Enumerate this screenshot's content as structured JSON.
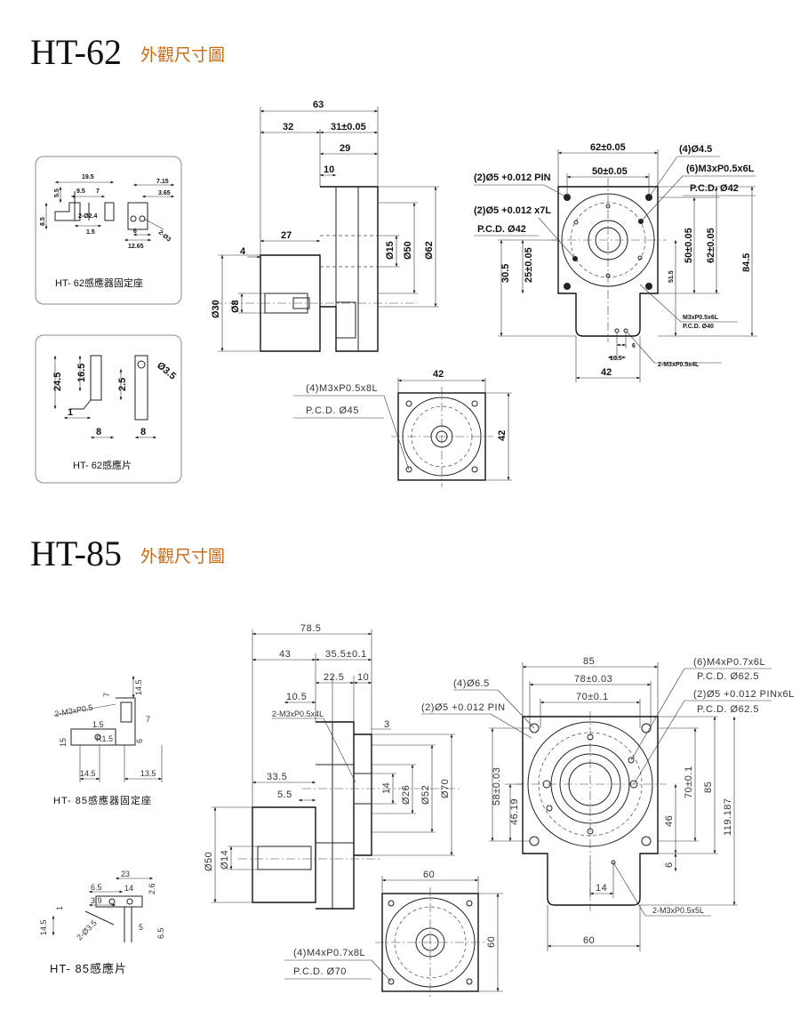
{
  "sections": [
    {
      "model": "HT-62",
      "subtitle": "外觀尺寸圖"
    },
    {
      "model": "HT-85",
      "subtitle": "外觀尺寸圖"
    }
  ],
  "ht62": {
    "bracket_caption": "HT- 62感應器固定座",
    "sensor_caption": "HT- 62感應片",
    "bracket_dims": {
      "d1": "19.5",
      "d2": "9.5",
      "d3": "7",
      "d4": "5.5",
      "d5": "8.5",
      "d6": "2-Ø2.4",
      "d7": "1.5",
      "d8": "7.15",
      "d9": "3.65",
      "d10": "6",
      "d11": "12.65",
      "d12": "2-Ø3"
    },
    "sensor_dims": {
      "d1": "24.5",
      "d2": "16.5",
      "d3": "2.5",
      "d4": "1",
      "d5": "8",
      "d6": "8",
      "d7": "Ø3.5"
    },
    "side": {
      "total": "63",
      "d32": "32",
      "d31": "31±0.05",
      "d29": "29",
      "d10": "10",
      "d27": "27",
      "d4": "4",
      "dia15": "Ø15",
      "dia50": "Ø50",
      "dia62": "Ø62",
      "dia30": "Ø30",
      "dia8": "Ø8"
    },
    "front": {
      "w62": "62±0.05",
      "w50": "50±0.05",
      "pin": "(2)Ø5 +0.012 PIN",
      "pin2": "(2)Ø5 +0.012 x7L",
      "pcd42": "P.C.D. Ø42",
      "holes45": "(4)Ø4.5",
      "m3": "(6)M3xP0.5x6L",
      "pcd42b": "P.C.D. Ø42",
      "h50": "50±0.05",
      "h62": "62±0.05",
      "h845": "84.5",
      "h305": "30.5",
      "h25": "25±0.05",
      "h515": "51.5",
      "m3b": "M3xP0.5x6L",
      "pcd40": "P.C.D. Ø40",
      "d6": "6",
      "d105": "10.5",
      "m3c": "2-M3xP0.5x4L",
      "w42": "42"
    },
    "motor": {
      "holes": "(4)M3xP0.5x8L",
      "pcd": "P.C.D. Ø45",
      "w": "42",
      "h": "42"
    }
  },
  "ht85": {
    "bracket_caption": "HT- 85感應器固定座",
    "sensor_caption": "HT- 85感應片",
    "bracket_dims": {
      "d1": "14.5",
      "d2": "7",
      "d3": "2-M3xP0.5",
      "d4": "1.5",
      "d5": "7",
      "d6": "15",
      "d7": "R1.5",
      "d8": "6",
      "d9": "14.5",
      "d10": "13.5"
    },
    "sensor_dims": {
      "d1": "23",
      "d2": "6.5",
      "d3": "14",
      "d4": "2.6",
      "d5": "3.9",
      "d6": "1",
      "d7": "2-Ø3.5",
      "d8": "14.5",
      "d9": "5",
      "d10": "6.5"
    },
    "side": {
      "total": "78.5",
      "d43": "43",
      "d355": "35.5±0.1",
      "d225": "22.5",
      "d10": "10",
      "d105": "10.5",
      "m3": "2-M3xP0.5x4L",
      "d3": "3",
      "d335": "33.5",
      "d55": "5.5",
      "dia14": "14",
      "dia26": "Ø26",
      "dia52": "Ø52",
      "dia70": "Ø70",
      "dia50": "Ø50",
      "dia14b": "Ø14"
    },
    "front": {
      "holes65": "(4)Ø6.5",
      "pin": "(2)Ø5 +0.012 PIN",
      "w85": "85",
      "w78": "78±0.03",
      "w70": "70±0.1",
      "m4": "(6)M4xP0.7x6L",
      "pcd625": "P.C.D. Ø62.5",
      "pin2": "(2)Ø5 +0.012 PINx6L",
      "pcd625b": "P.C.D. Ø62.5",
      "h58": "58±0.03",
      "h4619": "46.19",
      "h70": "70±0.1",
      "h46": "46",
      "h85": "85",
      "h119": "119.187",
      "d6": "6",
      "d14": "14",
      "m3": "2-M3xP0.5x5L",
      "w60": "60"
    },
    "motor": {
      "holes": "(4)M4xP0.7x8L",
      "pcd": "P.C.D. Ø70",
      "w": "60",
      "h": "60"
    }
  }
}
